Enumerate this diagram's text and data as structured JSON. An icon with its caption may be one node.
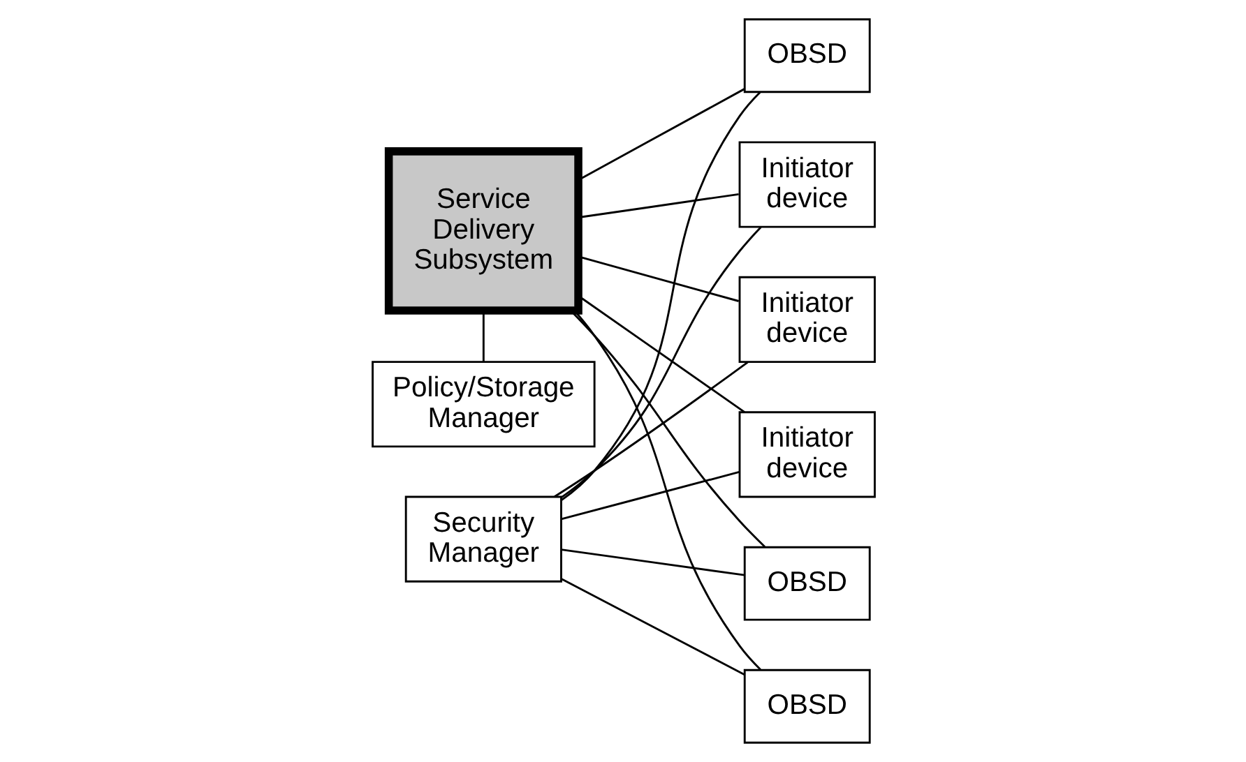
{
  "diagram": {
    "nodes": [
      {
        "text": [
          "Security Manager"
        ]
      },
      {
        "text": [
          "OBSD"
        ]
      },
      {
        "text": [
          "Initiator device"
        ]
      },
      {
        "text": [
          "Service Delivery Subsystem"
        ]
      },
      {
        "text": [
          "OBSD"
        ]
      },
      {
        "text": [
          "Initiator device"
        ]
      },
      {
        "text": [
          "OBSD"
        ]
      },
      {
        "text": [
          "Initiator device"
        ]
      },
      {
        "text": [
          "Policy/Storage Manager"
        ]
      }
    ],
    "edges": [
      {
        "from": 0,
        "to": 1,
        "arrow": "none"
      },
      {
        "from": 0,
        "to": 4,
        "arrow": "none"
      },
      {
        "from": 0,
        "to": 6,
        "arrow": "none"
      },
      {
        "from": 0,
        "to": 2,
        "arrow": "none"
      },
      {
        "from": 0,
        "to": 5,
        "arrow": "none"
      },
      {
        "from": 0,
        "to": 7,
        "arrow": "none"
      },
      {
        "from": 1,
        "to": 3,
        "arrow": "none"
      },
      {
        "from": 4,
        "to": 3,
        "arrow": "none"
      },
      {
        "from": 6,
        "to": 3,
        "arrow": "none"
      },
      {
        "from": 3,
        "to": 2,
        "arrow": "none"
      },
      {
        "from": 3,
        "to": 5,
        "arrow": "none"
      },
      {
        "from": 3,
        "to": 7,
        "arrow": "none"
      },
      {
        "from": 3,
        "to": 8,
        "arrow": "none"
      }
    ]
  }
}
